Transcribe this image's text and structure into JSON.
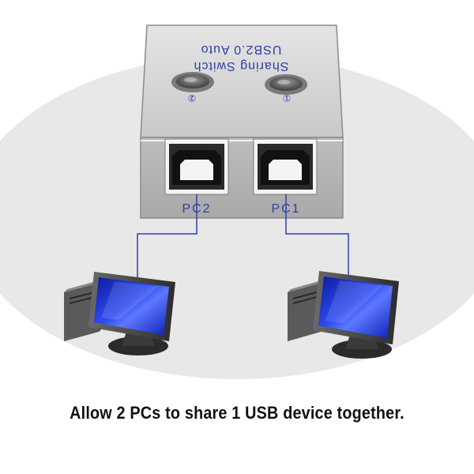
{
  "device": {
    "title_line1": "USB2.0 Auto",
    "title_line2": "Sharing Switch",
    "button_1_mark": "①",
    "button_2_mark": "②",
    "port_1_label": "PC1",
    "port_2_label": "PC2"
  },
  "computers": [
    {
      "name": "computer-left"
    },
    {
      "name": "computer-right"
    }
  ],
  "caption": "Allow 2 PCs to share 1 USB device together.",
  "colors": {
    "background": "#ffffff",
    "floor_ellipse": "#e8e8e8",
    "device_body": "#c8c8c8",
    "label_blue": "#2a3fa8",
    "cable": "#2c3fb5",
    "screen_blue": "#1530d8"
  }
}
